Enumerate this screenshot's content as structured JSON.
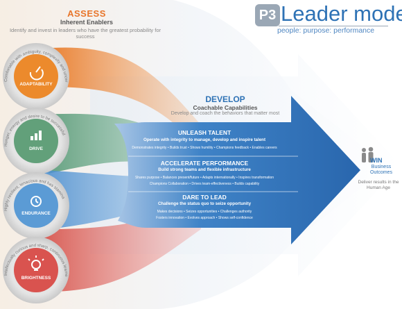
{
  "logo": {
    "badge": "P3",
    "title": "Leader model",
    "tagline": "people: purpose: performance"
  },
  "assess": {
    "title": "ASSESS",
    "subtitle": "Inherent Enablers",
    "description": "Identify and invest in leaders who have the greatest probability for success"
  },
  "develop": {
    "title": "DEVELOP",
    "subtitle": "Coachable Capabilities",
    "description": "Develop and coach the behaviors that matter most"
  },
  "enablers": [
    {
      "label": "ADAPTABILITY",
      "arc_text": "Comfortable with ambiguity, complexity and uncertainty",
      "icon": "gauge-icon",
      "color": "#ec8a2c"
    },
    {
      "label": "DRIVE",
      "arc_text": "Hunger, energy and desire to be successful",
      "icon": "bar-chart-icon",
      "color": "#62a07a"
    },
    {
      "label": "ENDURANCE",
      "arc_text": "Highly resilient, tenacious and has stamina",
      "icon": "alarm-clock-icon",
      "color": "#5b9bd5"
    },
    {
      "label": "BRIGHTNESS",
      "arc_text": "Intellectually curious and sharp, continuous learner",
      "icon": "lightbulb-icon",
      "color": "#d9534f"
    }
  ],
  "capabilities": [
    {
      "title": "UNLEASH TALENT",
      "subtitle": "Operate with integrity to manage, develop and inspire talent",
      "bullets": [
        "Demonstrates integrity • Builds trust • Shows humility • Champions feedback • Enables careers"
      ]
    },
    {
      "title": "ACCELERATE PERFORMANCE",
      "subtitle": "Build strong teams and flexible infrastructure",
      "bullets": [
        "Shares purpose • Balances present/future • Adapts internationally • Inspires transformation",
        "Champions Collaboration • Drives team-effectiveness • Builds capability"
      ]
    },
    {
      "title": "DARE TO LEAD",
      "subtitle": "Challenge the status quo to seize opportunity",
      "bullets": [
        "Makes decisions • Seizes opportunities • Challenges authority",
        "Fosters innovation • Evolves approach • Shows self-confidence"
      ]
    }
  ],
  "win": {
    "title": "WIN",
    "subtitle": "Business Outcomes",
    "description": "Deliver results in the Human Age"
  },
  "colors": {
    "orange": "#ec8a2c",
    "green": "#62a07a",
    "blue": "#5b9bd5",
    "red": "#d9534f",
    "arrow": "#2e72b5"
  }
}
